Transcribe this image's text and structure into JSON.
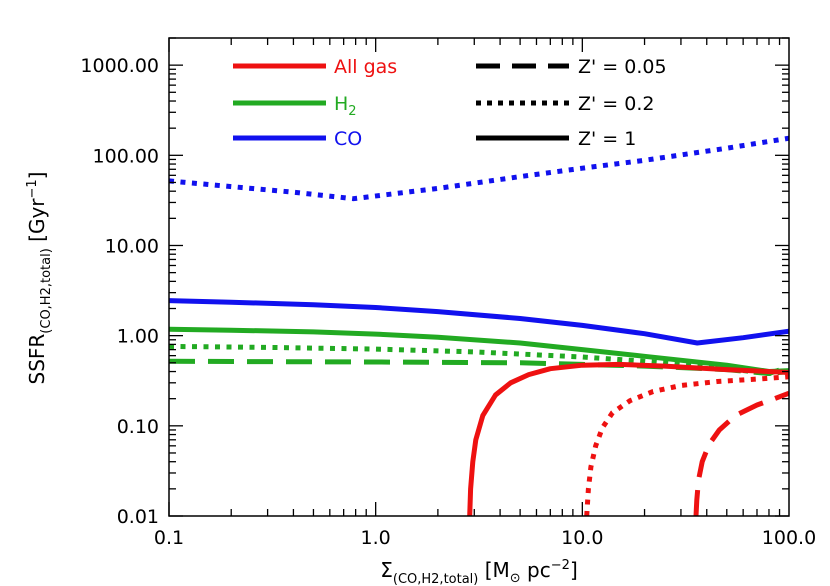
{
  "chart_data": {
    "type": "line",
    "x_scale": "log",
    "y_scale": "log",
    "xlim": [
      0.1,
      100.0
    ],
    "ylim": [
      0.01,
      2000
    ],
    "x_ticks": [
      {
        "value": 0.1,
        "label": "0.1"
      },
      {
        "value": 1,
        "label": "1.0"
      },
      {
        "value": 10,
        "label": "10.0"
      },
      {
        "value": 100,
        "label": "100.0"
      }
    ],
    "y_ticks": [
      {
        "value": 0.01,
        "label": "0.01"
      },
      {
        "value": 0.1,
        "label": "0.10"
      },
      {
        "value": 1,
        "label": "1.00"
      },
      {
        "value": 10,
        "label": "10.00"
      },
      {
        "value": 100,
        "label": "100.00"
      },
      {
        "value": 1000,
        "label": "1000.00"
      }
    ],
    "xlabel": {
      "main": "Σ",
      "sub": "(CO,H2,total)",
      "unit_open": " [M",
      "sun": "⊙",
      "unit_mid": " pc",
      "sup": "−2",
      "unit_close": "]"
    },
    "ylabel": {
      "main": "SSFR",
      "sub": "(CO,H2,total)",
      "unit_open": "  [Gyr",
      "sup": "−1",
      "unit_close": "]"
    },
    "legend_colors": [
      {
        "label": "All gas",
        "color": "#ee1111"
      },
      {
        "label": "H",
        "sub": "2",
        "color": "#22aa22"
      },
      {
        "label": "CO",
        "color": "#1111ee"
      }
    ],
    "legend_styles": [
      {
        "label": "Z' = 0.05",
        "dash": "dashed"
      },
      {
        "label": "Z' = 0.2",
        "dash": "dotted"
      },
      {
        "label": "Z' = 1",
        "dash": "solid"
      }
    ],
    "series": [
      {
        "gas": "CO",
        "Z": 0.2,
        "color": "#1111ee",
        "dash": "dotted",
        "x": [
          0.1,
          0.2,
          0.4,
          0.78,
          2,
          5,
          10,
          20,
          50,
          100
        ],
        "y": [
          52,
          45,
          39,
          33,
          43,
          58,
          72,
          88,
          120,
          155
        ]
      },
      {
        "gas": "CO",
        "Z": 1,
        "color": "#1111ee",
        "dash": "solid",
        "x": [
          0.1,
          0.2,
          0.5,
          1,
          2,
          5,
          10,
          20,
          36,
          60,
          100
        ],
        "y": [
          2.45,
          2.35,
          2.2,
          2.05,
          1.85,
          1.55,
          1.3,
          1.05,
          0.83,
          0.95,
          1.12
        ]
      },
      {
        "gas": "H2",
        "Z": 1,
        "color": "#22aa22",
        "dash": "solid",
        "x": [
          0.1,
          0.2,
          0.5,
          1,
          2,
          5,
          10,
          20,
          50,
          80,
          100
        ],
        "y": [
          1.18,
          1.15,
          1.1,
          1.04,
          0.96,
          0.83,
          0.7,
          0.59,
          0.47,
          0.4,
          0.41
        ]
      },
      {
        "gas": "H2",
        "Z": 0.2,
        "color": "#22aa22",
        "dash": "dotted",
        "x": [
          0.1,
          0.3,
          1,
          3,
          10,
          20,
          50,
          80,
          100
        ],
        "y": [
          0.76,
          0.74,
          0.71,
          0.66,
          0.58,
          0.52,
          0.43,
          0.38,
          0.4
        ]
      },
      {
        "gas": "H2",
        "Z": 0.05,
        "color": "#22aa22",
        "dash": "dashed",
        "x": [
          0.1,
          1,
          5,
          10,
          20,
          50,
          80,
          100
        ],
        "y": [
          0.52,
          0.51,
          0.5,
          0.48,
          0.46,
          0.42,
          0.38,
          0.45
        ]
      },
      {
        "gas": "All gas",
        "Z": 1,
        "color": "#ee1111",
        "dash": "solid",
        "x": [
          2.85,
          2.88,
          2.95,
          3.05,
          3.3,
          3.8,
          4.5,
          5.5,
          7,
          10,
          15,
          25,
          50,
          100
        ],
        "y": [
          0.01,
          0.02,
          0.04,
          0.07,
          0.13,
          0.22,
          0.3,
          0.37,
          0.43,
          0.47,
          0.48,
          0.46,
          0.42,
          0.39
        ]
      },
      {
        "gas": "All gas",
        "Z": 0.2,
        "color": "#ee1111",
        "dash": "dotted",
        "x": [
          10.5,
          10.7,
          11,
          11.6,
          12.5,
          14,
          17,
          22,
          30,
          45,
          70,
          100
        ],
        "y": [
          0.01,
          0.02,
          0.035,
          0.06,
          0.095,
          0.14,
          0.19,
          0.24,
          0.28,
          0.31,
          0.33,
          0.35
        ]
      },
      {
        "gas": "All gas",
        "Z": 0.05,
        "color": "#ee1111",
        "dash": "dashed",
        "x": [
          35.5,
          35.8,
          36.5,
          38,
          41,
          46,
          55,
          70,
          85,
          100
        ],
        "y": [
          0.01,
          0.015,
          0.025,
          0.04,
          0.062,
          0.09,
          0.13,
          0.17,
          0.2,
          0.23
        ]
      }
    ]
  }
}
